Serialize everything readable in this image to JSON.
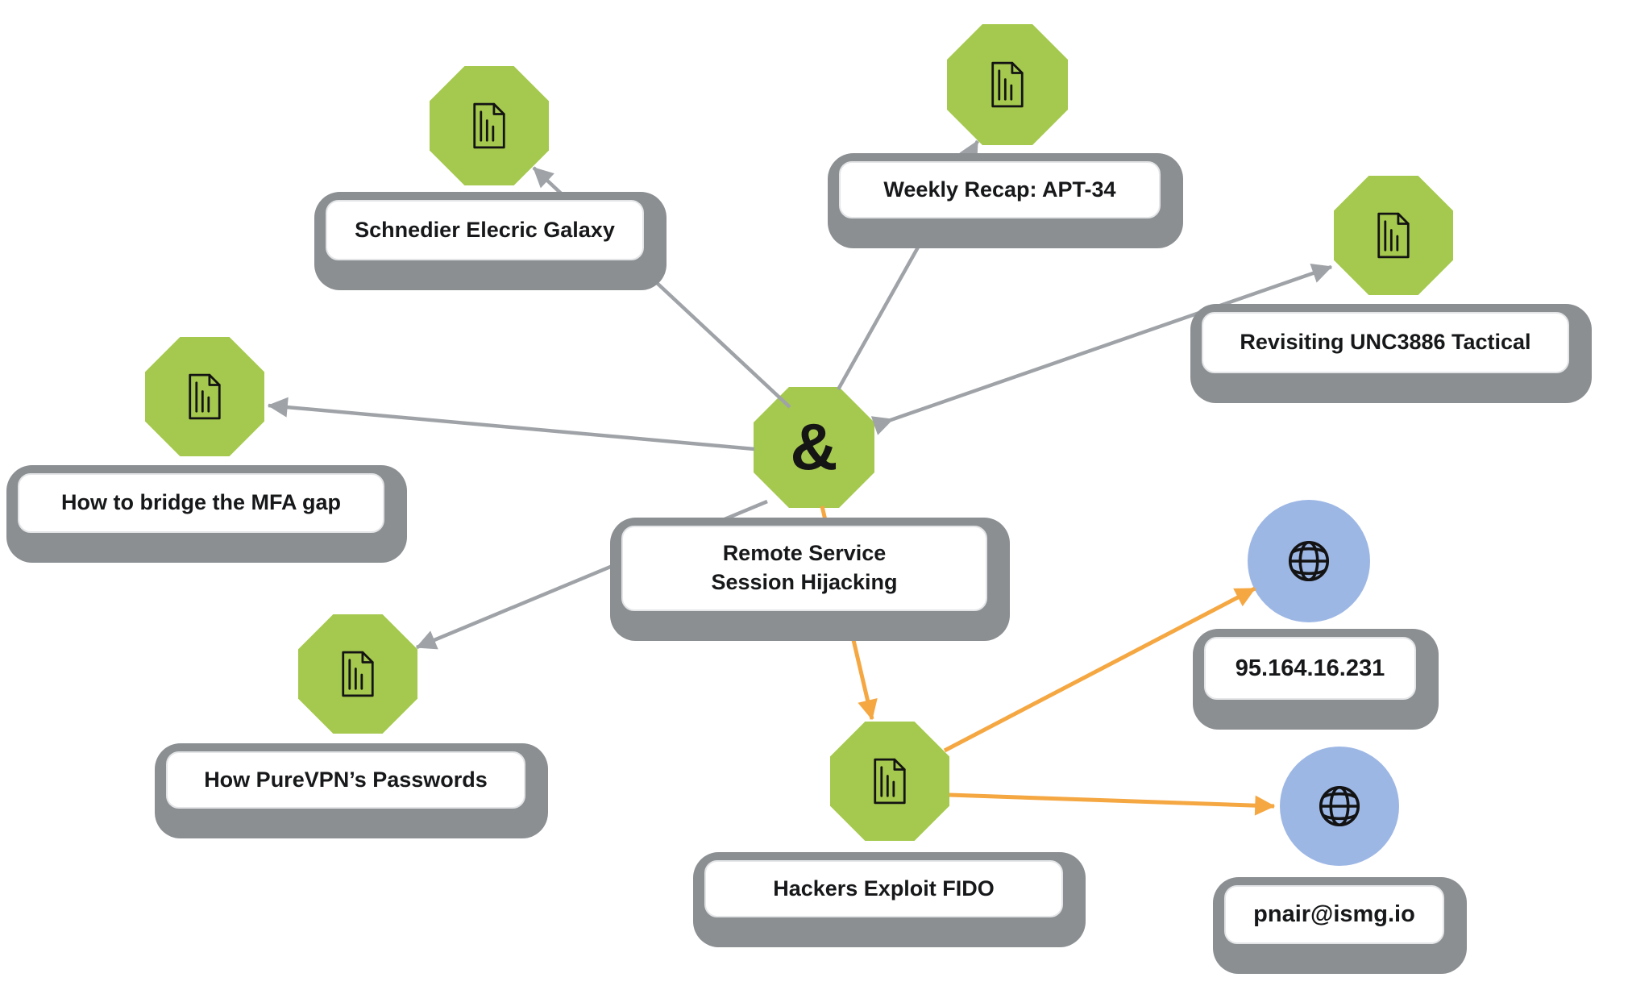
{
  "colors": {
    "article_node_green": "#a5c94e",
    "indicator_node_blue": "#9db7e5",
    "relation_edge_gray": "#9fa3a7",
    "highlight_edge_orange": "#f5a742",
    "label_shadow_gray": "#8b8f92",
    "label_text": "#17181a",
    "background": "#ffffff"
  },
  "nodes": {
    "operator": {
      "type": "and-operator",
      "symbol": "&",
      "label": "Remote Service\nSession Hijacking"
    },
    "schnedier": {
      "type": "article",
      "icon": "document-icon",
      "label": "Schnedier Elecric Galaxy"
    },
    "weekly": {
      "type": "article",
      "icon": "document-icon",
      "label": "Weekly Recap: APT-34"
    },
    "revisiting": {
      "type": "article",
      "icon": "document-icon",
      "label": "Revisiting UNC3886 Tactical"
    },
    "mfa": {
      "type": "article",
      "icon": "document-icon",
      "label": "How to bridge the MFA gap"
    },
    "purevpn": {
      "type": "article",
      "icon": "document-icon",
      "label": "How PureVPN’s Passwords"
    },
    "fido": {
      "type": "article",
      "icon": "document-icon",
      "label": "Hackers Exploit FIDO"
    },
    "ip": {
      "type": "indicator",
      "icon": "globe-icon",
      "label": "95.164.16.231"
    },
    "email": {
      "type": "indicator",
      "icon": "globe-icon",
      "label": "pnair@ismg.io"
    }
  },
  "edges": [
    {
      "from": "operator",
      "to": "schnedier",
      "color": "gray",
      "arrowheads": "to"
    },
    {
      "from": "operator",
      "to": "weekly",
      "color": "gray",
      "arrowheads": "to"
    },
    {
      "from": "operator",
      "to": "revisiting",
      "color": "gray",
      "arrowheads": "double-toward-target"
    },
    {
      "from": "operator",
      "to": "mfa",
      "color": "gray",
      "arrowheads": "to"
    },
    {
      "from": "operator",
      "to": "purevpn",
      "color": "gray",
      "arrowheads": "to"
    },
    {
      "from": "operator",
      "to": "fido",
      "color": "orange",
      "arrowheads": "to"
    },
    {
      "from": "fido",
      "to": "ip",
      "color": "orange",
      "arrowheads": "to"
    },
    {
      "from": "fido",
      "to": "email",
      "color": "orange",
      "arrowheads": "to"
    }
  ]
}
